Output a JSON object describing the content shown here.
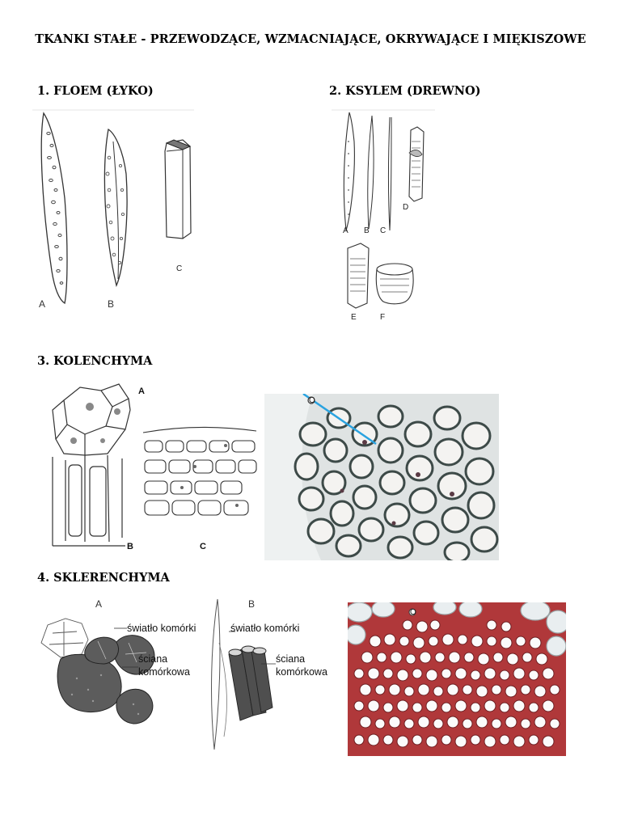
{
  "title": "TKANKI STAŁE - PRZEWODZĄCE, WZMACNIAJĄCE, OKRYWAJĄCE I MIĘKISZOWE",
  "sections": [
    {
      "heading": "1. FLOEM (ŁYKO)",
      "labels": [
        "A",
        "B",
        "C"
      ]
    },
    {
      "heading": "2. KSYLEM (DREWNO)",
      "labels": [
        "A",
        "B",
        "C",
        "D",
        "E",
        "F"
      ]
    },
    {
      "heading": "3. KOLENCHYMA",
      "labels": [
        "A",
        "B",
        "C"
      ],
      "photo_label": "O"
    },
    {
      "heading": "4. SKLERENCHYMA",
      "labels": [
        "A",
        "B"
      ],
      "photo_label": "O",
      "annotations": {
        "cell_lumen": "światło komórki",
        "cell_wall_1": "ściana",
        "cell_wall_2": "komórkowa"
      }
    }
  ],
  "colors": {
    "kolenchyma_photo_bg": "#dfe3e3",
    "kolenchyma_pointer": "#2aa3e0",
    "sklerenchyma_wall": "#b0383a"
  }
}
